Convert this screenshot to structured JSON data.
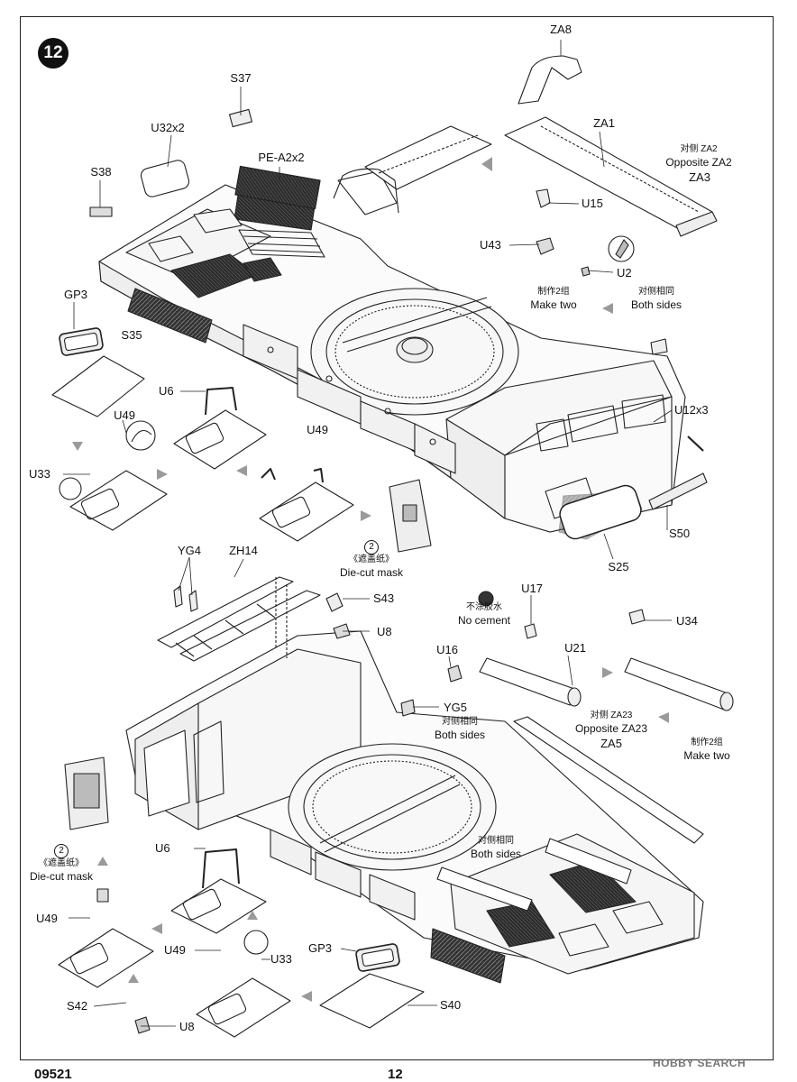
{
  "step": {
    "number": "12"
  },
  "footer": {
    "code": "09521",
    "page": "12"
  },
  "watermark": "HOBBY SEARCH",
  "labels": {
    "za8": "ZA8",
    "za1": "ZA1",
    "za2_zh": "对侧 ZA2",
    "za2_en": "Opposite ZA2",
    "za3": "ZA3",
    "s37": "S37",
    "u32x2": "U32x2",
    "pe_a2x2": "PE-A2x2",
    "s38": "S38",
    "u15": "U15",
    "u43": "U43",
    "u2": "U2",
    "make_two_zh_top": "制作2组",
    "make_two_top": "Make two",
    "both_sides_zh_top": "对侧相同",
    "both_sides_top": "Both sides",
    "gp3_top": "GP3",
    "s35": "S35",
    "u6_top": "U6",
    "u49_left": "U49",
    "u49_mid": "U49",
    "u33_top": "U33",
    "u12x3": "U12x3",
    "s50": "S50",
    "s25": "S25",
    "mask_num_top": "2",
    "mask_zh_top": "《遮盖纸》",
    "mask_top": "Die-cut mask",
    "yg4": "YG4",
    "zh14": "ZH14",
    "s43": "S43",
    "u8_top": "U8",
    "no_cement_zh": "不涂胶水",
    "no_cement": "No cement",
    "u17": "U17",
    "u34": "U34",
    "u16": "U16",
    "u21": "U21",
    "yg5": "YG5",
    "both_sides_zh_yg5": "对侧相同",
    "both_sides_yg5": "Both sides",
    "za23_zh": "对侧 ZA23",
    "za23_en": "Opposite ZA23",
    "za5": "ZA5",
    "make_two_zh_bottom": "制作2组",
    "make_two_bottom": "Make two",
    "both_sides_zh_mid": "对侧相同",
    "both_sides_mid": "Both sides",
    "mask_num_bottom": "2",
    "mask_zh_bottom": "《遮盖纸》",
    "mask_bottom": "Die-cut mask",
    "u6_bottom": "U6",
    "u49_bottom_left": "U49",
    "u49_bottom_mid": "U49",
    "u33_bottom": "U33",
    "gp3_bottom": "GP3",
    "s42": "S42",
    "u8_bottom": "U8",
    "s40": "S40"
  },
  "colors": {
    "line": "#222222",
    "arrow": "#9a9a9a",
    "dark_grille": "#2b2b2b",
    "light_fill": "#f2f2f2"
  }
}
